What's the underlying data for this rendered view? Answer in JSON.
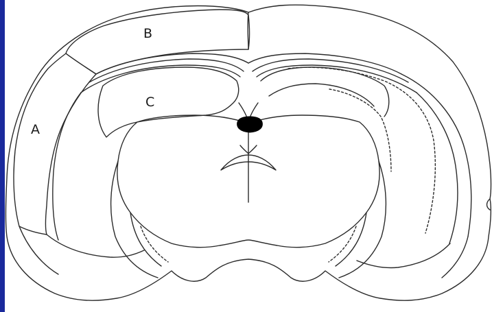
{
  "diagram": {
    "labels": [
      {
        "id": "A",
        "text": "A"
      },
      {
        "id": "B",
        "text": "B"
      },
      {
        "id": "C",
        "text": "C"
      }
    ]
  },
  "colors": {
    "slide_background": "#1a2a9c",
    "panel_background": "#ffffff",
    "outline": "#2a2a2a",
    "fill_dark": "#000000"
  }
}
